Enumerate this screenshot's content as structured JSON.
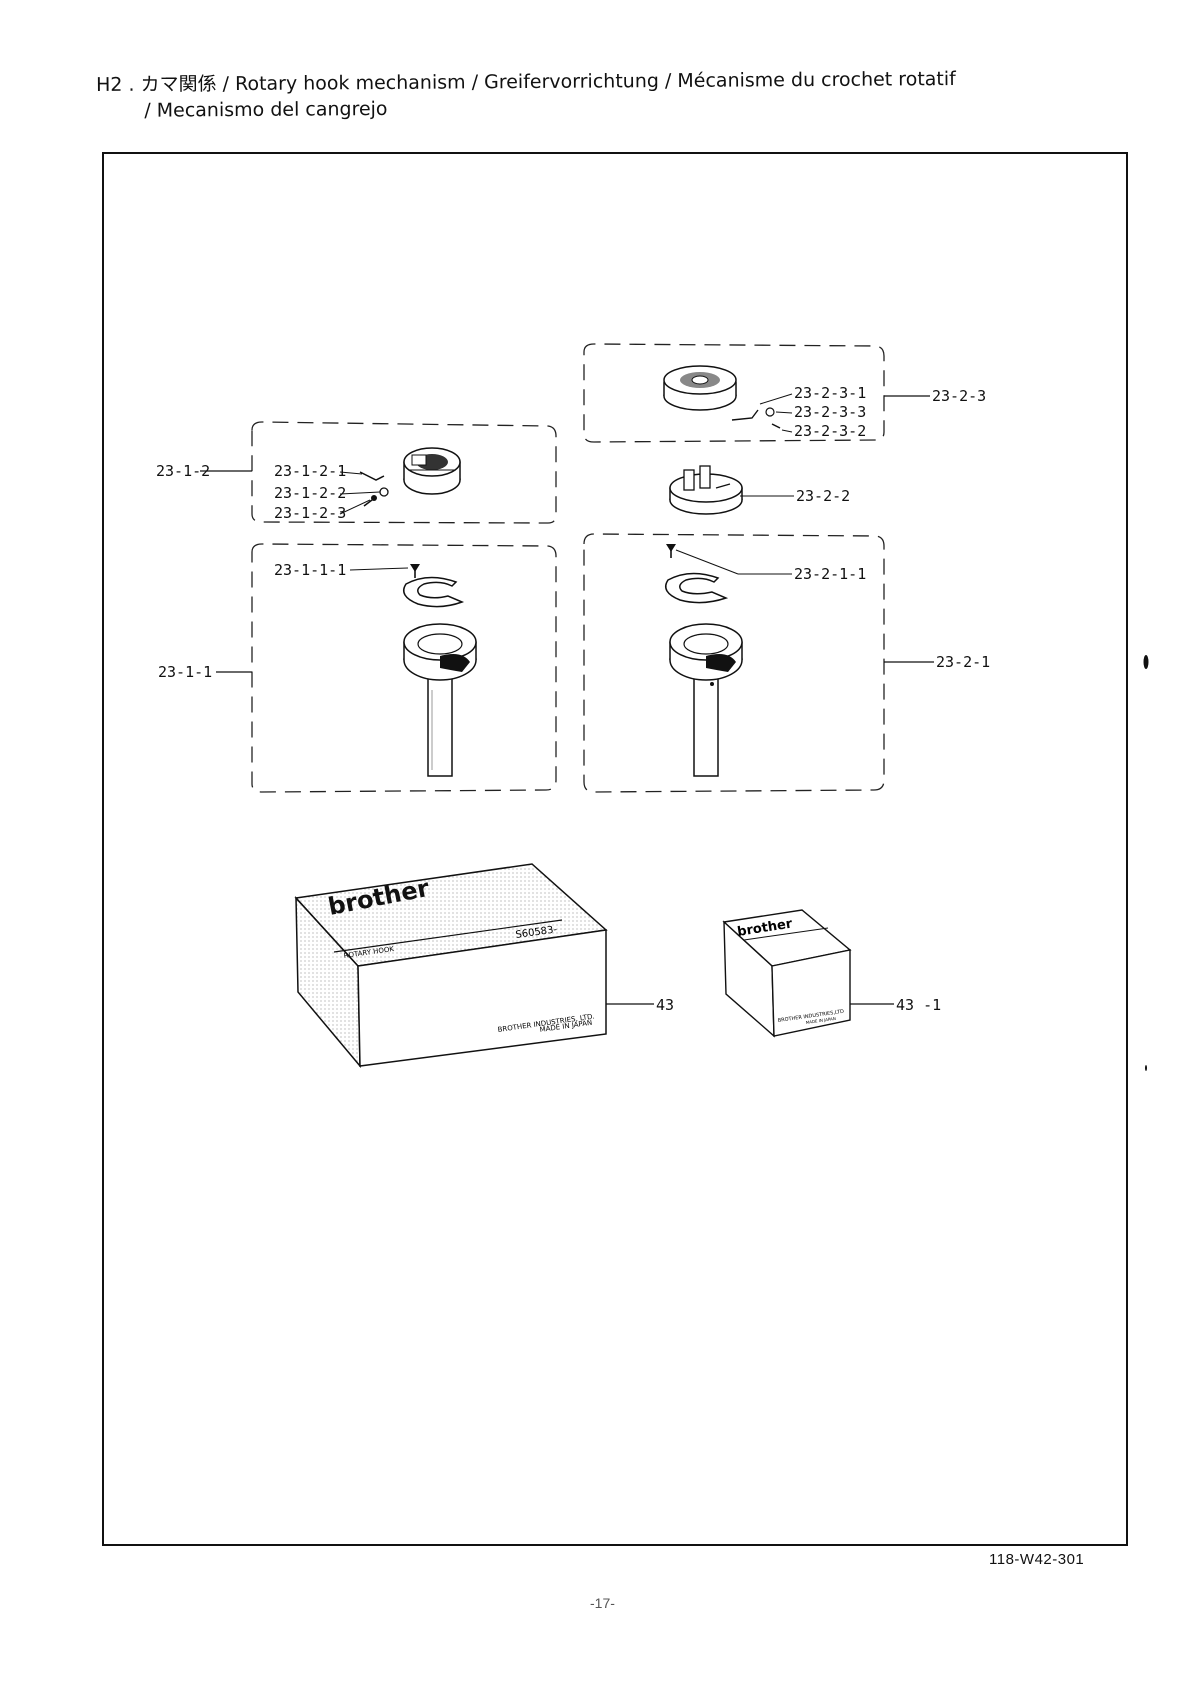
{
  "title": {
    "line1": "H2 . カマ関係 / Rotary hook mechanism / Greifervorrichtung / Mécanisme du crochet rotatif",
    "line2": "/ Mecanismo del cangrejo"
  },
  "parts": {
    "p23_1_2": "23-1-2",
    "p23_1_2_1": "23-1-2-1",
    "p23_1_2_2": "23-1-2-2",
    "p23_1_2_3": "23-1-2-3",
    "p23_1_1": "23-1-1",
    "p23_1_1_1": "23-1-1-1",
    "p23_2_3": "23-2-3",
    "p23_2_3_1": "23-2-3-1",
    "p23_2_3_3": "23-2-3-3",
    "p23_2_3_2": "23-2-3-2",
    "p23_2_2": "23-2-2",
    "p23_2_1": "23-2-1",
    "p23_2_1_1": "23-2-1-1",
    "p43": "43",
    "p43_1": "43 -1"
  },
  "box_large": {
    "brand": "brother",
    "product": "ROTARY HOOK",
    "code": "S60583-",
    "maker": "BROTHER INDUSTRIES, LTD.",
    "origin": "MADE IN JAPAN"
  },
  "box_small": {
    "brand": "brother",
    "maker": "BROTHER INDUSTRIES,LTD",
    "origin": "MADE IN JAPAN"
  },
  "footer": {
    "doc_code": "118-W42-301",
    "page": "-17-"
  }
}
